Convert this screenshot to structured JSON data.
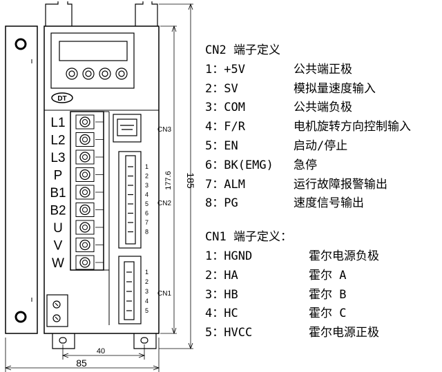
{
  "drawing": {
    "terminal_labels": [
      "L1",
      "L2",
      "L3",
      "P",
      "B1",
      "B2",
      "U",
      "V",
      "W"
    ],
    "connector_labels": {
      "cn3": "CN3",
      "cn2": "CN2",
      "cn1": "CN1"
    },
    "logo_text": "DT",
    "cn2_pin_numbers": [
      "1",
      "2",
      "3",
      "4",
      "5",
      "6",
      "7",
      "8"
    ],
    "cn1_pin_numbers": [
      "1",
      "2",
      "3",
      "4",
      "5"
    ],
    "dimensions": {
      "inner_height": "177.6",
      "outer_height": "185",
      "hole_spacing": "40",
      "width": "85"
    }
  },
  "pin_table": {
    "cn2_heading": "CN2 端子定义",
    "cn2_pins": [
      {
        "id": "1：+5V",
        "desc": "公共端正极"
      },
      {
        "id": "2：SV",
        "desc": "模拟量速度输入"
      },
      {
        "id": "3：COM",
        "desc": "公共端负极"
      },
      {
        "id": "4：F/R",
        "desc": "电机旋转方向控制输入"
      },
      {
        "id": "5：EN",
        "desc": "启动/停止"
      },
      {
        "id": "6：BK(EMG)",
        "desc": "急停"
      },
      {
        "id": "7：ALM",
        "desc": "运行故障报警输出"
      },
      {
        "id": "8：PG",
        "desc": "速度信号输出"
      }
    ],
    "cn1_heading": "CN1 端子定义：",
    "cn1_pins": [
      {
        "id": "1：HGND",
        "desc": "霍尔电源负极"
      },
      {
        "id": "2：HA",
        "desc": "霍尔 A"
      },
      {
        "id": "3：HB",
        "desc": "霍尔 B"
      },
      {
        "id": "4：HC",
        "desc": "霍尔 C"
      },
      {
        "id": "5：HVCC",
        "desc": "霍尔电源正极"
      }
    ]
  }
}
